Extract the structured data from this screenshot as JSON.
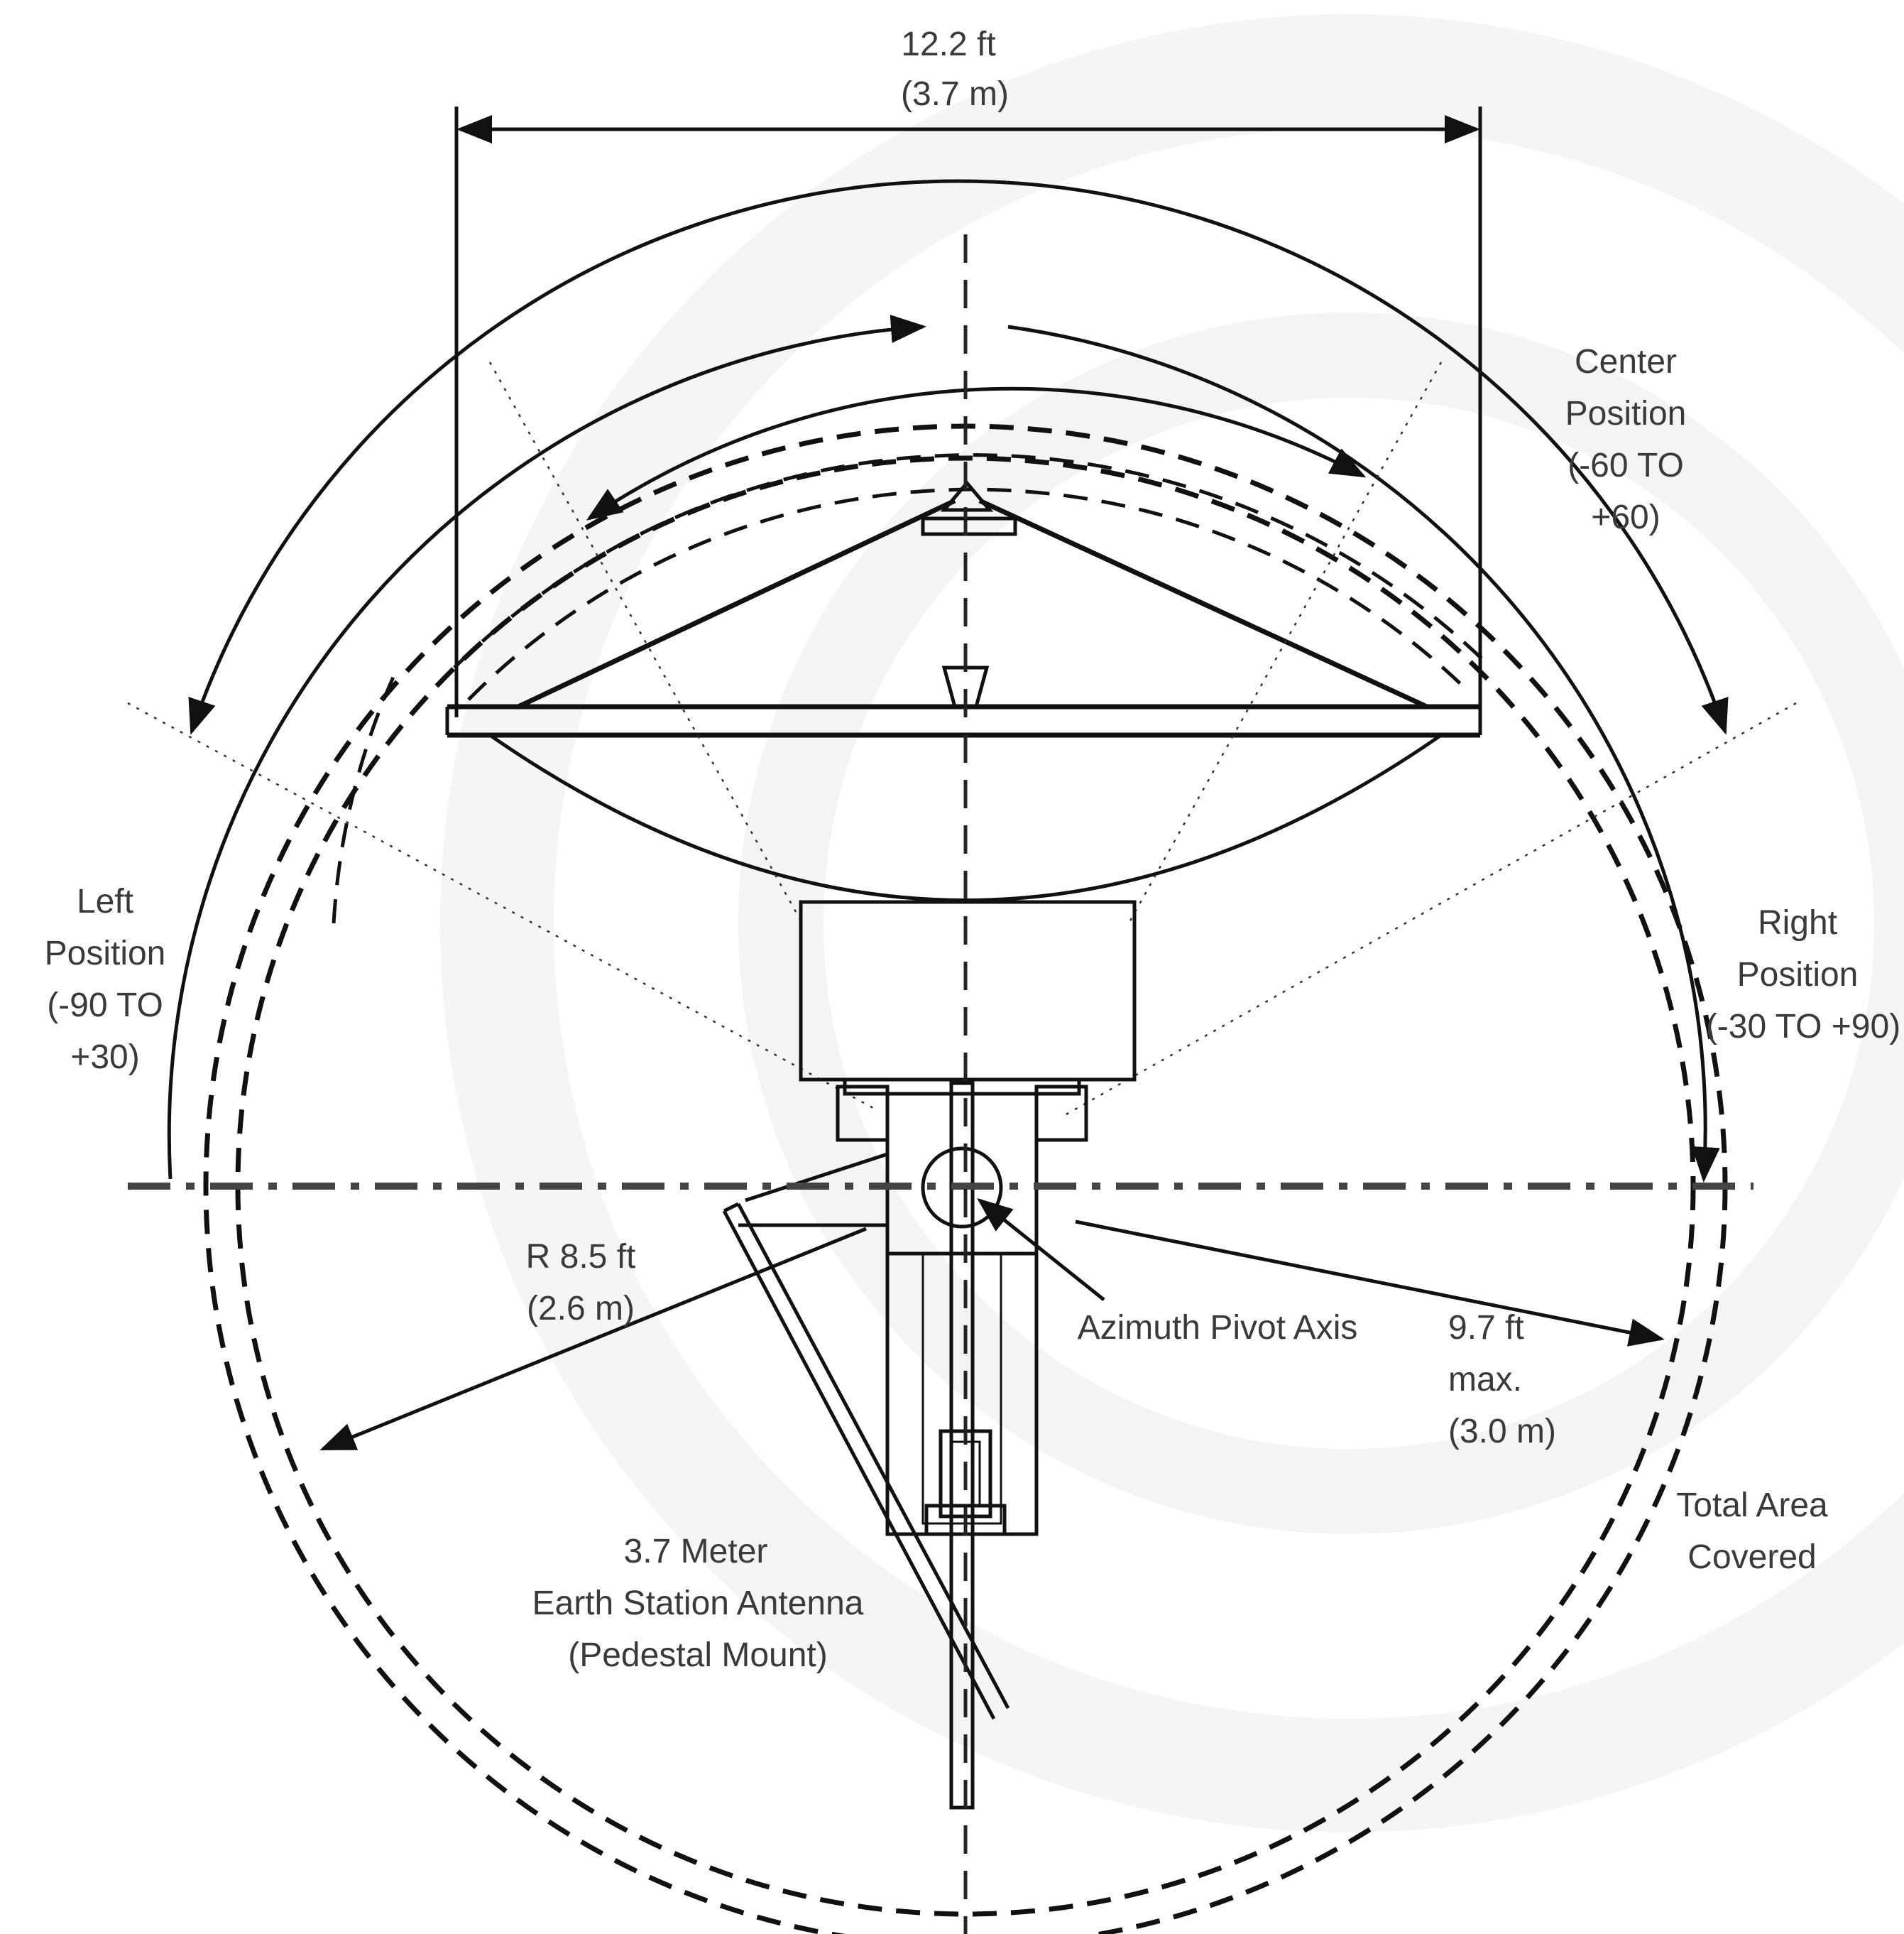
{
  "dimensions": {
    "width_ft": "12.2 ft",
    "width_m": "(3.7 m)"
  },
  "positions": {
    "center": [
      "Center",
      "Position",
      "(-60 TO",
      "+60)"
    ],
    "left": [
      "Left",
      "Position",
      "(-90 TO",
      "+30)"
    ],
    "right": [
      "Right",
      "Position",
      "(-30 TO +90)"
    ]
  },
  "radius": [
    "R 8.5 ft",
    "(2.6 m)"
  ],
  "pivot": "Azimuth Pivot Axis",
  "max_reach": [
    "9.7 ft",
    "max.",
    "(3.0 m)"
  ],
  "coverage": [
    "Total Area",
    "Covered"
  ],
  "antenna": [
    "3.7 Meter",
    "Earth Station Antenna",
    "(Pedestal Mount)"
  ]
}
